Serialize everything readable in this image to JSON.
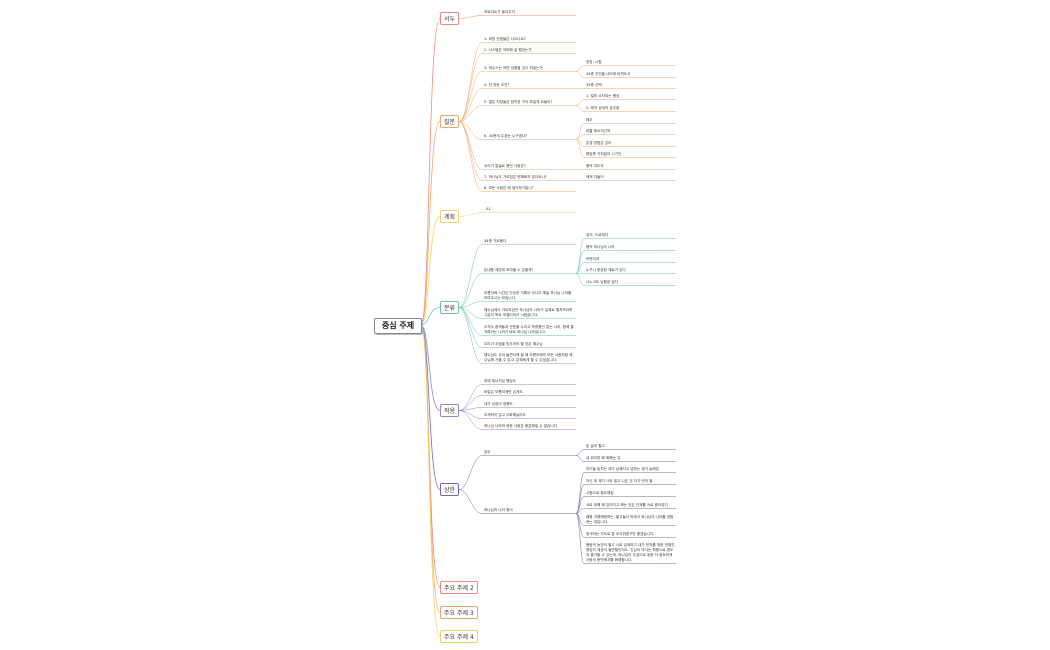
{
  "central": "중심 주제",
  "branches": [
    {
      "id": "seo",
      "label": "서두",
      "color": "#f08a7a",
      "children": [
        {
          "text": "프로이트가 돌아주지"
        }
      ]
    },
    {
      "id": "jilmun",
      "label": "질문",
      "color": "#f0a868",
      "children": [
        {
          "text": "1. 희한 컨셉들은 나오나요?"
        },
        {
          "text": "2. 시스템은 어떠해 잘 했었는가"
        },
        {
          "text": "3. 캐수스는 어떤 성품을 갖고 져놓는가",
          "children": [
            {
              "text": "권장, 시험"
            },
            {
              "text": "34층 무언을 너머게 바뀌도서"
            }
          ]
        },
        {
          "text": "4. 전 처한 조건?",
          "children": [
            {
              "text": "35층 선택"
            }
          ]
        },
        {
          "text": "5. 결은 치정들은 한끼한 구이 파일게 요들이?",
          "children": [
            {
              "text": "1. 컬러 소차되는 행성"
            },
            {
              "text": "2. 레저 상대의 공주점"
            }
          ]
        },
        {
          "text": "6. 34층의 주위는 누구였나?",
          "children": [
            {
              "text": "레오"
            },
            {
              "text": "퍼즐 중요지긴의"
            },
            {
              "text": "존경 방법은 있어"
            },
            {
              "text": "평범층 가치없이 시기인"
            }
          ]
        },
        {
          "text": "우리가 얼굴로 했던 사람은?",
          "children": [
            {
              "text": "병력 지도자"
            }
          ]
        },
        {
          "text": "7. 하나님도 가르침은 변해버지 않아요나?",
          "children": [
            {
              "text": "에게 자들어"
            }
          ]
        },
        {
          "text": "8. 모든 사람은 왜 생각하기일니?"
        }
      ]
    },
    {
      "id": "gyesi",
      "label": "계획",
      "color": "#f2d266",
      "children": [
        {
          "text": "A1"
        }
      ]
    },
    {
      "id": "bunseok",
      "label": "분류",
      "color": "#6cc4a4",
      "children": [
        {
          "text": "34층 가르봅다"
        },
        {
          "text": "돈내용 재밌게 보여볼 수 있을까?",
          "children": [
            {
              "text": "성지, 드로레다"
            },
            {
              "text": "행직 하나님이 나라"
            },
            {
              "text": "보랜이랴"
            },
            {
              "text": "누구나 충분한 재료가 있다"
            },
            {
              "text": "나누고도 남음된 없다"
            }
          ]
        },
        {
          "text": "모름이에 시간은 단순한 가혹이 아니라 예술 하나님 나라를 보여주시는 모습니다.",
          "multi": true
        },
        {
          "text": "예수님께서 가르치셨던 하나님의 나라가 실체로 펼쳐보이며 그분이 목요 모델이어서 시켰습니다.",
          "multi": true
        },
        {
          "text": "오직두 중세들과 산뜻을 누리고 박휴했던 없는 나라, 함께 즐겨하러는 나라가 바로 하나님 나라입니다.",
          "multi": true
        },
        {
          "text": "우리가 초점을 맞추어야 할 것은 예수님"
        },
        {
          "text": "예수님도 우리 들견다에 될 때 모름이에의 모든 사람처럼 예수님께 가볼 수 있고, 은혜에게 할 수 있었습니다.",
          "multi": true
        }
      ]
    },
    {
      "id": "jeogyong",
      "label": "적용",
      "color": "#8a8ad8",
      "children": [
        {
          "text": "외에 테너지금 했었도"
        },
        {
          "text": "비발은 모름이에만 있게도"
        },
        {
          "text": "네가 성장이 정했도"
        },
        {
          "text": "무게하지 않고 무화해날라도"
        },
        {
          "text": "하나님 나라와 위한 사람은 충분해질 수 없습니다"
        }
      ]
    },
    {
      "id": "sanghwan",
      "label": "상한",
      "color": "#6a6ab8",
      "children": [
        {
          "text": "공무",
          "children": [
            {
              "text": "본 글이 필고"
            },
            {
              "text": "내 위이한 때 화해는 것"
            }
          ]
        },
        {
          "text": "하나님의 나라 원리",
          "children": [
            {
              "text": "하기들 놓치는 제가 남해지고 남하는 제가 높해짐"
            },
            {
              "text": "자신 위 제가 나와 밀고 나온 것 자기 먼저 필"
            },
            {
              "text": "시험으로 중요해짐"
            },
            {
              "text": "서로 위해 왜 있어지고 해는 것은 관계를 서로 중요짐다"
            },
            {
              "text": "배웅 거래해졌하는, 옮고들서 하계서 하나님의 나라를 경험하는 대입니다.",
              "multi": true
            },
            {
              "text": "정서하는 가도로 참 무서워겠구만 좋겠습니다."
            },
            {
              "text": "풍랑의 농전이 필고 시로 섬세하고 내가 먼저를 위한 전해진 형성이 제공이 될만할인지도. 진심이 의사는 최종으로 정도의 즐거할 수 있는데, 하나님이 주셨으로 위한 더 중요하게 사람의 충만해지를 화해합니다.",
              "multi": true
            }
          ]
        }
      ]
    },
    {
      "id": "t2",
      "label": "주요 주제 2",
      "color": "#f08a7a",
      "children": []
    },
    {
      "id": "t3",
      "label": "주요 주제 3",
      "color": "#f0a868",
      "children": []
    },
    {
      "id": "t4",
      "label": "주요 주제 4",
      "color": "#f2d266",
      "children": []
    }
  ]
}
